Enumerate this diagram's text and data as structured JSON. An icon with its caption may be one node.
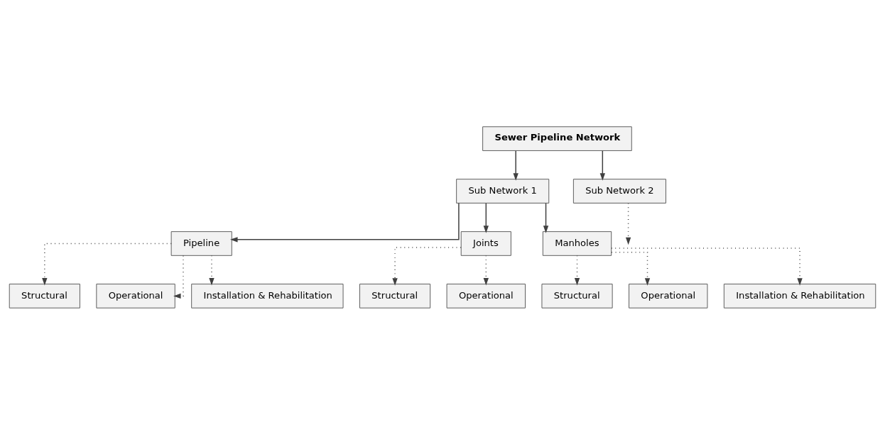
{
  "diagram": {
    "nodes": [
      {
        "text": [
          "Sewer Pipeline Network"
        ]
      },
      {
        "text": [
          "Sub Network 1"
        ]
      },
      {
        "text": [
          "Sub Network 2"
        ]
      },
      {
        "text": [
          "Pipeline"
        ]
      },
      {
        "text": [
          "Joints"
        ]
      },
      {
        "text": [
          "Manholes"
        ]
      },
      {
        "text": [
          "Structural"
        ]
      },
      {
        "text": [
          "Operational"
        ]
      },
      {
        "text": [
          "Installation & Rehabilitation"
        ]
      },
      {
        "text": [
          "Structural"
        ]
      },
      {
        "text": [
          "Operational"
        ]
      },
      {
        "text": [
          "Structural"
        ]
      },
      {
        "text": [
          "Operational"
        ]
      },
      {
        "text": [
          "Installation & Rehabilitation"
        ]
      }
    ],
    "edges": [
      {
        "from": 0,
        "to": 1,
        "arrow": "to"
      },
      {
        "from": 0,
        "to": 2,
        "arrow": "to"
      },
      {
        "from": 1,
        "to": 3,
        "arrow": "to"
      },
      {
        "from": 1,
        "to": 4,
        "arrow": "to"
      },
      {
        "from": 1,
        "to": 5,
        "arrow": "to"
      },
      {
        "from": 2,
        "to": null,
        "arrow": "to",
        "style": "dashed"
      },
      {
        "from": 3,
        "to": 6,
        "arrow": "to",
        "style": "dashed"
      },
      {
        "from": 3,
        "to": 7,
        "arrow": "to",
        "style": "dashed"
      },
      {
        "from": 3,
        "to": 8,
        "arrow": "to",
        "style": "dashed"
      },
      {
        "from": 4,
        "to": 9,
        "arrow": "to",
        "style": "dashed"
      },
      {
        "from": 4,
        "to": 10,
        "arrow": "to",
        "style": "dashed"
      },
      {
        "from": 5,
        "to": 11,
        "arrow": "to",
        "style": "dashed"
      },
      {
        "from": 5,
        "to": 12,
        "arrow": "to",
        "style": "dashed"
      },
      {
        "from": 5,
        "to": 13,
        "arrow": "to",
        "style": "dashed"
      }
    ]
  }
}
